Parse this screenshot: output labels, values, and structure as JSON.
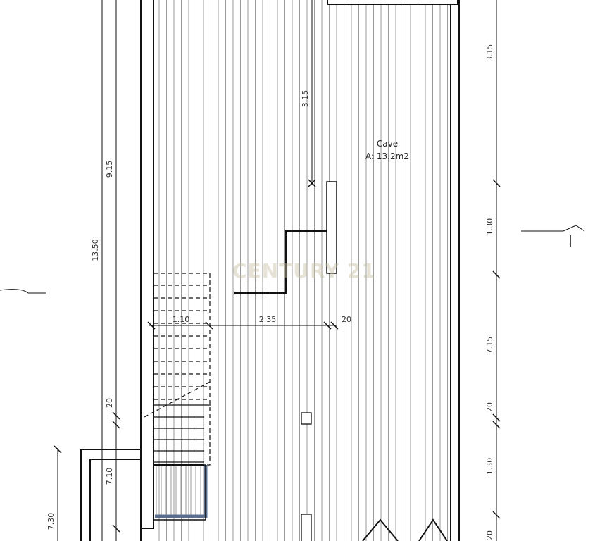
{
  "room": {
    "name": "Cave",
    "area": "A: 13.2m2"
  },
  "watermark": "CENTURY 21",
  "dimensions": {
    "top_vertical": "3.15",
    "left_inner": "9.15",
    "left_overall": "13.50",
    "stair_width": "1.10",
    "corridor": "2.35",
    "small_gap": "20",
    "right_top": "3.15",
    "right_mid": "1.30",
    "right_lower": "7.15",
    "right_gap": "20",
    "right_bottom": "1.30",
    "right_end": "20",
    "left_gap": "20",
    "left_lower": "7.10",
    "far_left": "7.30"
  },
  "colors": {
    "line": "#111111",
    "hatch": "#9a9a9a",
    "accent": "#5a6f8f"
  }
}
